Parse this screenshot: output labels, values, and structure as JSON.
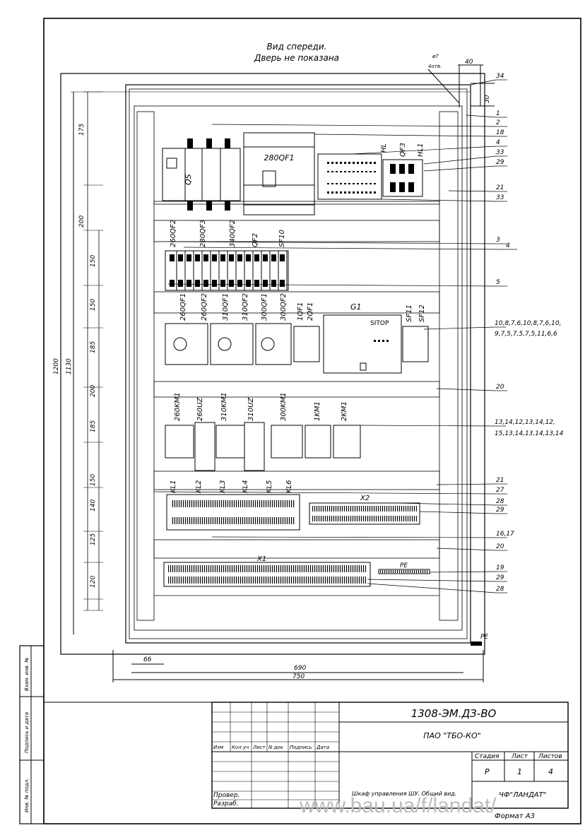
{
  "view": {
    "line1": "Вид спереди.",
    "line2": "Дверь не показана"
  },
  "hole_note": {
    "dia": "ø7",
    "count": "4отв."
  },
  "top_dims": {
    "d40": "40",
    "d30": "30"
  },
  "left_dims": [
    "175",
    "200",
    "150",
    "150",
    "185",
    "200",
    "185",
    "150",
    "140",
    "125",
    "120"
  ],
  "overall_dims": {
    "h1200": "1200",
    "h1130": "1130",
    "w66": "66",
    "w690": "690",
    "w750": "750"
  },
  "device_labels": {
    "qs": "QS",
    "qf1_280": "280QF1",
    "row2": [
      "260QF2",
      "280QF3",
      "340QF2",
      "QF2",
      "SF10"
    ],
    "hl": "HL",
    "qf3": "QF3",
    "hl1": "HL1",
    "row3": [
      "260QF1",
      "260QF2",
      "310QF1",
      "310QF2",
      "300QF1",
      "300QF2",
      "1QF1",
      "2QF1"
    ],
    "g1": "G1",
    "sitop": "SITOP",
    "sf11": "SF11",
    "sf12": "SF12",
    "row4": [
      "260KM1",
      "260UZ",
      "310KM1",
      "310UZ",
      "300KM1",
      "1KM1",
      "2KM1"
    ],
    "row5": [
      "KL1",
      "KL2",
      "KL3",
      "KL4",
      "KL5",
      "KL6"
    ],
    "x2": "X2",
    "x1": "X1",
    "pe_bar": "PE",
    "pe_ground": "PE"
  },
  "callouts": {
    "c34": "34",
    "c1": "1",
    "c2": "2",
    "c18": "18",
    "c4": "4",
    "c33a": "33",
    "c29a": "29",
    "c21a": "21",
    "c33b": "33",
    "c3": "3",
    "c4b": "4",
    "c5": "5",
    "c_row3_1": "10,8,7,6,10,8,7,6,10,",
    "c_row3_2": "9,7,5,7,5,7,5,11,6,6",
    "c20a": "20",
    "c_row4_1": "13,14,12,13,14,12,",
    "c_row4_2": "15,13,14,13,14,13,14",
    "c21b": "21",
    "c27": "27",
    "c28a": "28",
    "c29b": "29",
    "c1617": "16,17",
    "c20b": "20",
    "c19": "19",
    "c29c": "29",
    "c28b": "28"
  },
  "side_stamp": [
    "Инв. № подл.",
    "Подпись и дата",
    "Взам. инв. №"
  ],
  "title_block": {
    "code": "1308-ЭМ.ДЗ-ВО",
    "org": "ПАО \"ТБО-КО\"",
    "cols": [
      "Изм",
      "Кол.уч",
      "Лист",
      "N док",
      "Подпись",
      "Дата"
    ],
    "stage_h": "Стадия",
    "sheet_h": "Лист",
    "sheets_h": "Листов",
    "stage": "Р",
    "sheet": "1",
    "sheets": "4",
    "checked": "Провер.",
    "developed": "Разраб.",
    "description": "Шкаф управления ШУ. Общий вид.",
    "company": "ЧФ\"ЛАНДАТ\"",
    "format": "Формат А3"
  },
  "watermark": "www.bau.ua/f/landat/"
}
